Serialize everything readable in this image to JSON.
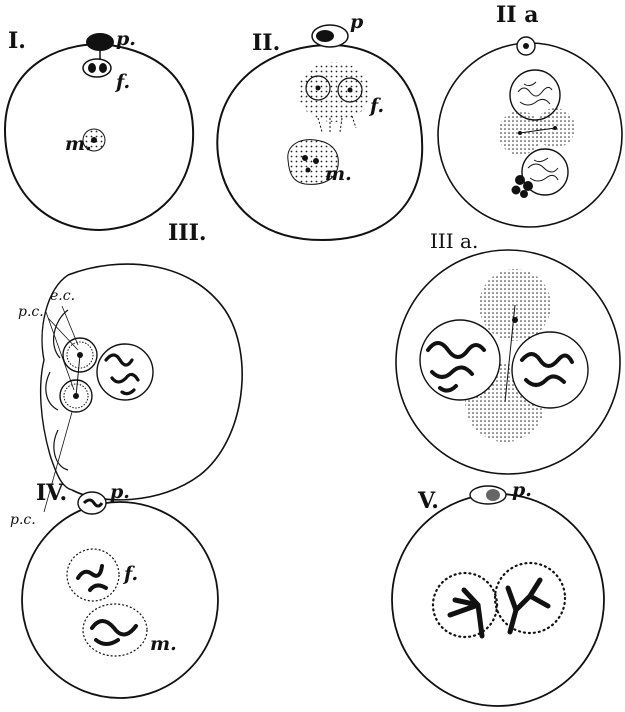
{
  "figure": {
    "panels": [
      {
        "id": "I",
        "numeral": "I.",
        "labels": {
          "p": "p.",
          "f": "f.",
          "m": "m."
        }
      },
      {
        "id": "II",
        "numeral": "II.",
        "labels": {
          "p": "p",
          "f": "f.",
          "m": "m."
        }
      },
      {
        "id": "IIa",
        "numeral": "II a"
      },
      {
        "id": "III",
        "numeral": "III.",
        "labels": {
          "ec": "e.c.",
          "pc_top": "p.c.",
          "pc_bottom": "p.c."
        }
      },
      {
        "id": "IIIa",
        "numeral": "III a."
      },
      {
        "id": "IV",
        "numeral": "IV.",
        "labels": {
          "p": "p.",
          "f": "f.",
          "m": "m."
        }
      },
      {
        "id": "V",
        "numeral": "V.",
        "labels": {
          "p": "p."
        }
      }
    ]
  }
}
